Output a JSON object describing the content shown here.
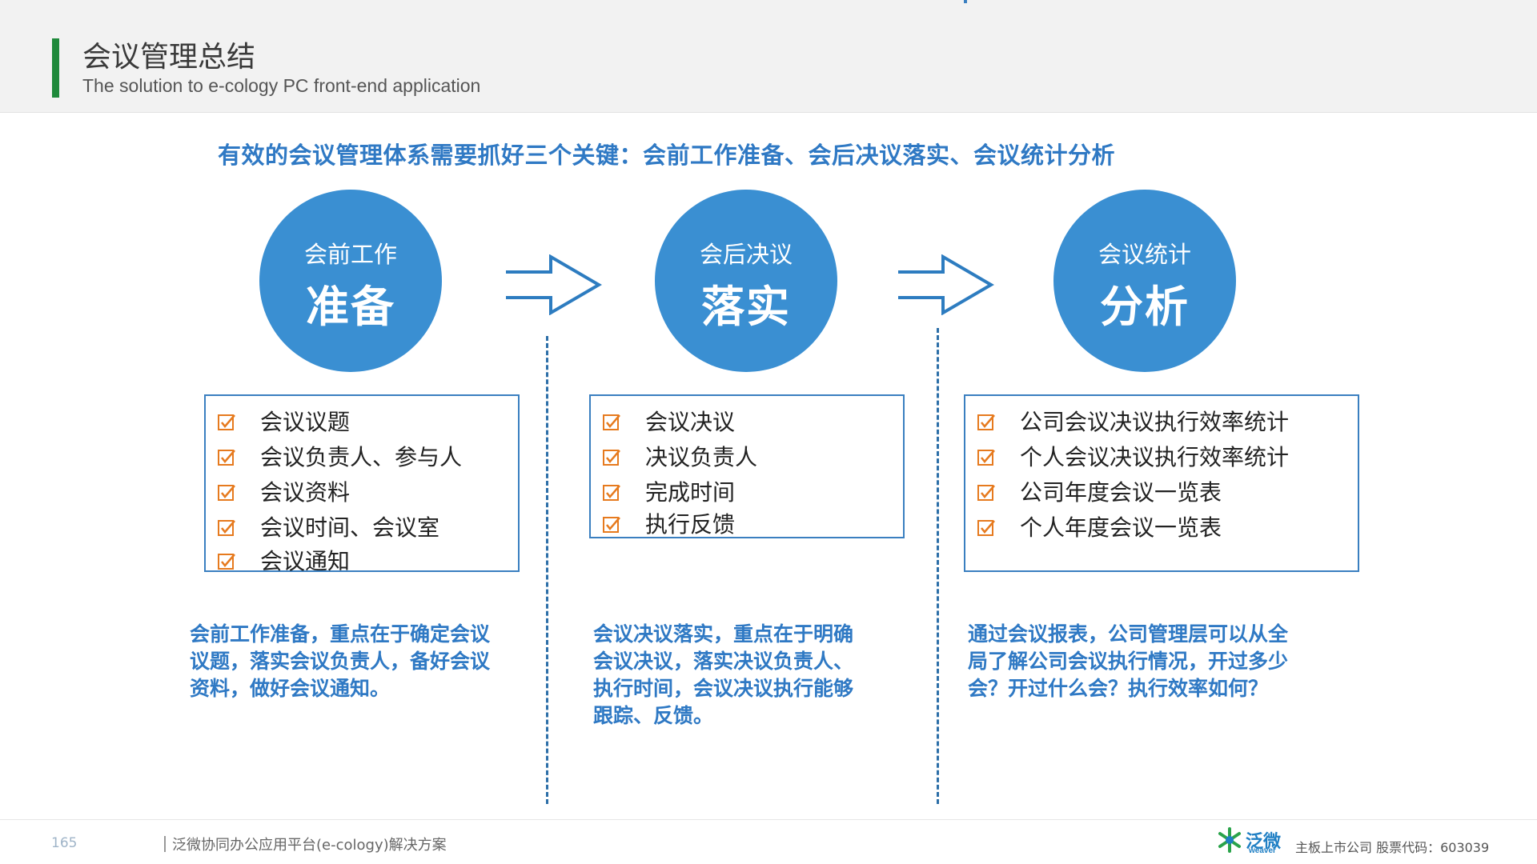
{
  "header": {
    "title": "会议管理总结",
    "subtitle": "The solution to e-cology PC front-end application"
  },
  "headline": "有效的会议管理体系需要抓好三个关键：会前工作准备、会后决议落实、会议统计分析",
  "circles": [
    {
      "small": "会前工作",
      "big": "准备"
    },
    {
      "small": "会后决议",
      "big": "落实"
    },
    {
      "small": "会议统计",
      "big": "分析"
    }
  ],
  "boxes": [
    {
      "items": [
        "会议议题",
        "会议负责人、参与人",
        "会议资料",
        "会议时间、会议室",
        "会议通知"
      ]
    },
    {
      "items": [
        "会议决议",
        "决议负责人",
        "完成时间",
        "执行反馈"
      ]
    },
    {
      "items": [
        "公司会议决议执行效率统计",
        "个人会议决议执行效率统计",
        "公司年度会议一览表",
        "个人年度会议一览表"
      ]
    }
  ],
  "descriptions": [
    [
      "会前工作准备，重点在于确定会议",
      "议题，落实会议负责人，备好会议",
      "资料，做好会议通知。"
    ],
    [
      "会议决议落实，重点在于明确",
      "会议决议，落实决议负责人、",
      "执行时间，会议决议执行能够",
      "跟踪、反馈。"
    ],
    [
      "通过会议报表，公司管理层可以从全",
      "局了解公司会议执行情况，开过多少",
      "会？开过什么会？执行效率如何？"
    ]
  ],
  "footer": {
    "page_number": "165",
    "text": "泛微协同办公应用平台(e-cology)解决方案",
    "logo_cn": "泛微",
    "logo_en": "weaver",
    "right": "主板上市公司   股票代码：603039"
  },
  "colors": {
    "accent_green": "#1f8a3b",
    "circle_blue": "#3a8fd2",
    "text_blue": "#2f79c4",
    "check_orange": "#e67a1e"
  }
}
